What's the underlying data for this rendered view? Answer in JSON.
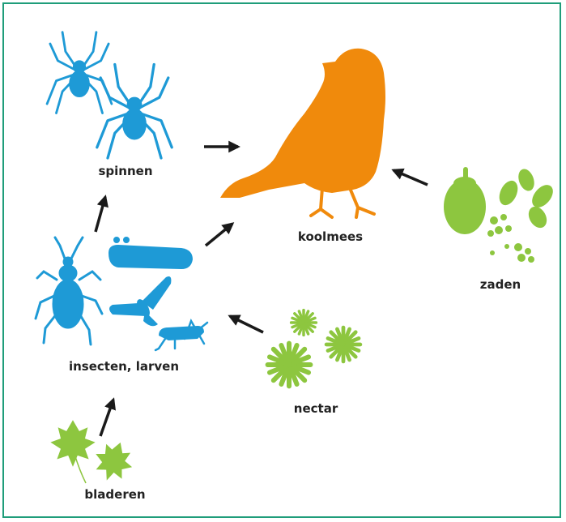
{
  "colors": {
    "frame": "#1f9d7a",
    "arrow": "#1a1a1a",
    "invertebrates": "#1e9ad6",
    "bird": "#f08a0c",
    "plants": "#8dc63f",
    "text": "#222222"
  },
  "nodes": {
    "spinnen": {
      "label": "spinnen",
      "icon": "spider-icon"
    },
    "insecten": {
      "label": "insecten, larven",
      "icon": "insect-icon"
    },
    "koolmees": {
      "label": "koolmees",
      "icon": "great-tit-bird-icon"
    },
    "zaden": {
      "label": "zaden",
      "icon": "seed-icon"
    },
    "nectar": {
      "label": "nectar",
      "icon": "flower-icon"
    },
    "bladeren": {
      "label": "bladeren",
      "icon": "leaf-icon"
    }
  },
  "edges": [
    {
      "from": "spinnen",
      "to": "koolmees"
    },
    {
      "from": "insecten",
      "to": "koolmees"
    },
    {
      "from": "insecten",
      "to": "spinnen"
    },
    {
      "from": "zaden",
      "to": "koolmees"
    },
    {
      "from": "nectar",
      "to": "insecten"
    },
    {
      "from": "bladeren",
      "to": "insecten"
    }
  ]
}
